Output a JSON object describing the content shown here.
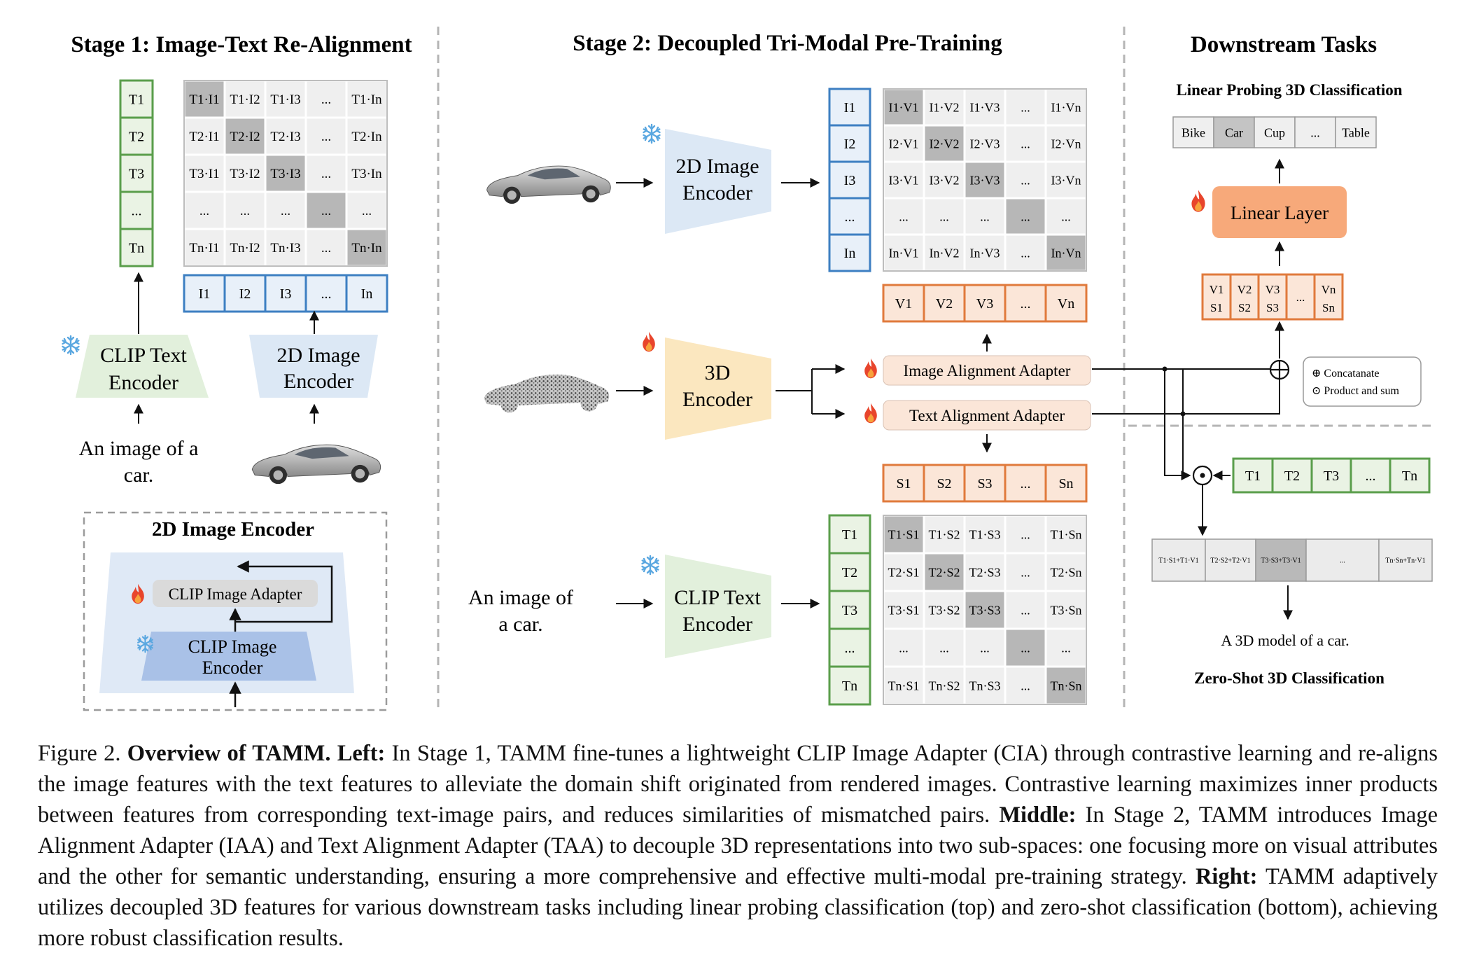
{
  "stage1": {
    "title": "Stage 1: Image-Text Re-Alignment",
    "text_tokens": [
      "T1",
      "T2",
      "T3",
      "...",
      "Tn"
    ],
    "image_tokens": [
      "I1",
      "I2",
      "I3",
      "...",
      "In"
    ],
    "matrix": [
      [
        "T1·I1",
        "T1·I2",
        "T1·I3",
        "...",
        "T1·In"
      ],
      [
        "T2·I1",
        "T2·I2",
        "T2·I3",
        "...",
        "T2·In"
      ],
      [
        "T3·I1",
        "T3·I2",
        "T3·I3",
        "...",
        "T3·In"
      ],
      [
        "...",
        "...",
        "...",
        "...",
        "..."
      ],
      [
        "Tn·I1",
        "Tn·I2",
        "Tn·I3",
        "...",
        "Tn·In"
      ]
    ],
    "clip_text_encoder": [
      "CLIP Text",
      "Encoder"
    ],
    "image_encoder": [
      "2D Image",
      "Encoder"
    ],
    "text_input": [
      "An image of a",
      "car."
    ],
    "detail_title": "2D Image Encoder",
    "adapter_label": "CLIP Image Adapter",
    "clip_image_encoder": [
      "CLIP Image",
      "Encoder"
    ]
  },
  "stage2": {
    "title": "Stage 2: Decoupled Tri-Modal Pre-Training",
    "image_encoder": [
      "2D Image",
      "Encoder"
    ],
    "encoder_3d": [
      "3D",
      "Encoder"
    ],
    "clip_text_encoder": [
      "CLIP Text",
      "Encoder"
    ],
    "text_input": [
      "An image of",
      "a car."
    ],
    "image_tokens": [
      "I1",
      "I2",
      "I3",
      "...",
      "In"
    ],
    "v_tokens": [
      "V1",
      "V2",
      "V3",
      "...",
      "Vn"
    ],
    "s_tokens": [
      "S1",
      "S2",
      "S3",
      "...",
      "Sn"
    ],
    "text_tokens": [
      "T1",
      "T2",
      "T3",
      "...",
      "Tn"
    ],
    "iv_matrix": [
      [
        "I1·V1",
        "I1·V2",
        "I1·V3",
        "...",
        "I1·Vn"
      ],
      [
        "I2·V1",
        "I2·V2",
        "I2·V3",
        "...",
        "I2·Vn"
      ],
      [
        "I3·V1",
        "I3·V2",
        "I3·V3",
        "...",
        "I3·Vn"
      ],
      [
        "...",
        "...",
        "...",
        "...",
        "..."
      ],
      [
        "In·V1",
        "In·V2",
        "In·V3",
        "...",
        "In·Vn"
      ]
    ],
    "ts_matrix": [
      [
        "T1·S1",
        "T1·S2",
        "T1·S3",
        "...",
        "T1·Sn"
      ],
      [
        "T2·S1",
        "T2·S2",
        "T2·S3",
        "...",
        "T2·Sn"
      ],
      [
        "T3·S1",
        "T3·S2",
        "T3·S3",
        "...",
        "T3·Sn"
      ],
      [
        "...",
        "...",
        "...",
        "...",
        "..."
      ],
      [
        "Tn·S1",
        "Tn·S2",
        "Tn·S3",
        "...",
        "Tn·Sn"
      ]
    ],
    "image_adapter": "Image Alignment Adapter",
    "text_adapter": "Text Alignment Adapter"
  },
  "downstream": {
    "title": "Downstream Tasks",
    "linear_title": "Linear Probing 3D Classification",
    "classes": [
      "Bike",
      "Car",
      "Cup",
      "...",
      "Table"
    ],
    "linear_layer": "Linear Layer",
    "concat_tokens": [
      [
        "V1",
        "S1"
      ],
      [
        "V2",
        "S2"
      ],
      [
        "V3",
        "S3"
      ],
      [
        "...",
        ""
      ],
      [
        "Vn",
        "Sn"
      ]
    ],
    "legend_concat": "⊕ Concatanate",
    "legend_product": "⊙ Product and sum",
    "text_tokens": [
      "T1",
      "T2",
      "T3",
      "...",
      "Tn"
    ],
    "zs_scores": [
      "T1·S1+T1·V1",
      "T2·S2+T2·V1",
      "T3·S3+T3·V1",
      "...",
      "Tn·Sn+Tn·V1"
    ],
    "zs_output": "A 3D model of a car.",
    "zs_title": "Zero-Shot 3D Classification"
  },
  "caption": {
    "fig": "Figure 2.",
    "bold1": "Overview of TAMM.",
    "left_label": "Left:",
    "left_text": "In Stage 1, TAMM fine-tunes a lightweight CLIP Image Adapter (CIA) through contrastive learning and re-aligns the image features with the text features to alleviate the domain shift originated from rendered images. Contrastive learning maximizes inner products between features from corresponding text-image pairs, and reduces similarities of mismatched pairs.",
    "middle_label": "Middle:",
    "middle_text": "In Stage 2, TAMM introduces Image Alignment Adapter (IAA) and Text Alignment Adapter (TAA) to decouple 3D representations into two sub-spaces: one focusing more on visual attributes and the other for semantic understanding, ensuring a more comprehensive and effective multi-modal pre-training strategy.",
    "right_label": "Right:",
    "right_text": "TAMM adaptively utilizes decoupled 3D features for various downstream tasks including linear probing classification (top) and zero-shot classification (bottom), achieving more robust classification results."
  },
  "colors": {
    "green": "#5a9e4b",
    "green_fill": "#eaf3e4",
    "blue": "#3d7fc2",
    "blue_fill": "#e8f0f9",
    "orange": "#e07a3c",
    "orange_fill": "#fbe6d8",
    "grid": "#d0d0d0",
    "cell": "#efefef",
    "cell_diag": "#b7b7b7"
  }
}
